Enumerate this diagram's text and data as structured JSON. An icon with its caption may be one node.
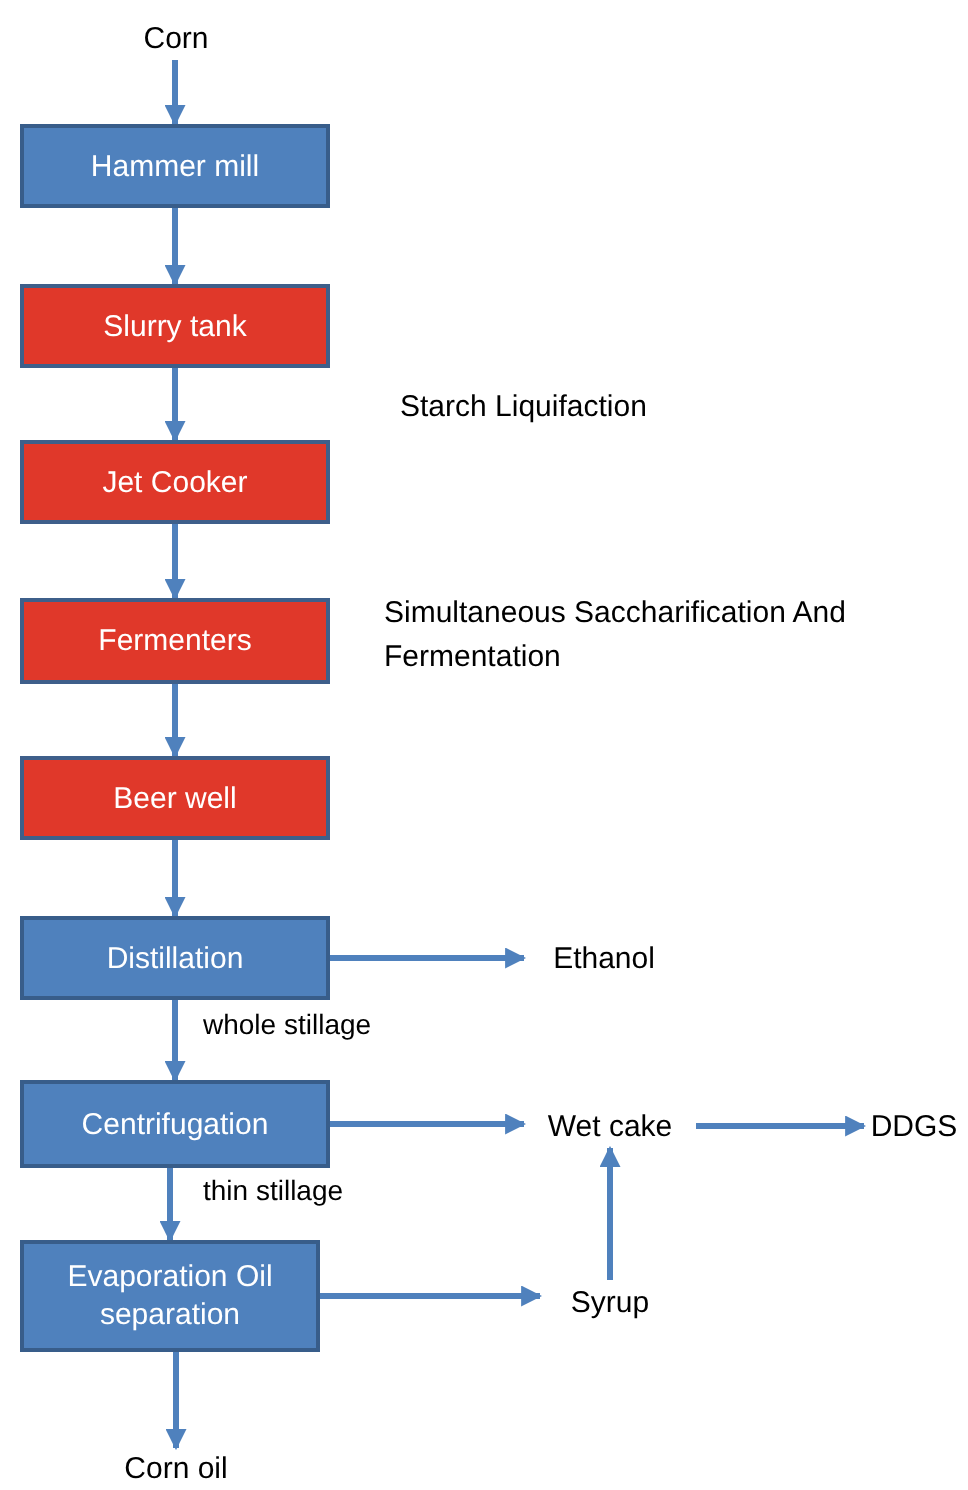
{
  "diagram": {
    "nodes": [
      {
        "text": [
          "Corn"
        ]
      },
      {
        "text": [
          "Hammer mill"
        ]
      },
      {
        "text": [
          "Slurry tank"
        ]
      },
      {
        "text": [
          "Jet Cooker"
        ]
      },
      {
        "text": [
          "Fermenters"
        ]
      },
      {
        "text": [
          "Beer well"
        ]
      },
      {
        "text": [
          "Distillation"
        ]
      },
      {
        "text": [
          "Centrifugation"
        ]
      },
      {
        "text": [
          "Evaporation Oil separation"
        ]
      },
      {
        "text": [
          "Ethanol"
        ]
      },
      {
        "text": [
          "Wet cake"
        ]
      },
      {
        "text": [
          "DDGS"
        ]
      },
      {
        "text": [
          "Syrup"
        ]
      },
      {
        "text": [
          "Corn oil"
        ]
      }
    ],
    "edges": [
      {
        "from": 0,
        "to": 1,
        "arrow": "to"
      },
      {
        "from": 1,
        "to": 2,
        "arrow": "to"
      },
      {
        "from": 2,
        "to": 3,
        "arrow": "to"
      },
      {
        "from": 3,
        "to": 4,
        "arrow": "to"
      },
      {
        "from": 4,
        "to": 5,
        "arrow": "to"
      },
      {
        "from": 5,
        "to": 6,
        "arrow": "to"
      },
      {
        "from": 6,
        "to": 7,
        "arrow": "to",
        "label": "whole stillage"
      },
      {
        "from": 7,
        "to": 8,
        "arrow": "to",
        "label": "thin stillage"
      },
      {
        "from": 8,
        "to": 13,
        "arrow": "to"
      },
      {
        "from": 6,
        "to": 9,
        "arrow": "to"
      },
      {
        "from": 7,
        "to": 10,
        "arrow": "to"
      },
      {
        "from": 10,
        "to": 11,
        "arrow": "to"
      },
      {
        "from": 8,
        "to": 12,
        "arrow": "to"
      },
      {
        "from": 12,
        "to": 10,
        "arrow": "to"
      }
    ],
    "labels": [
      "Starch Liquifaction",
      "Simultaneous Saccharification And Fermentation"
    ]
  }
}
